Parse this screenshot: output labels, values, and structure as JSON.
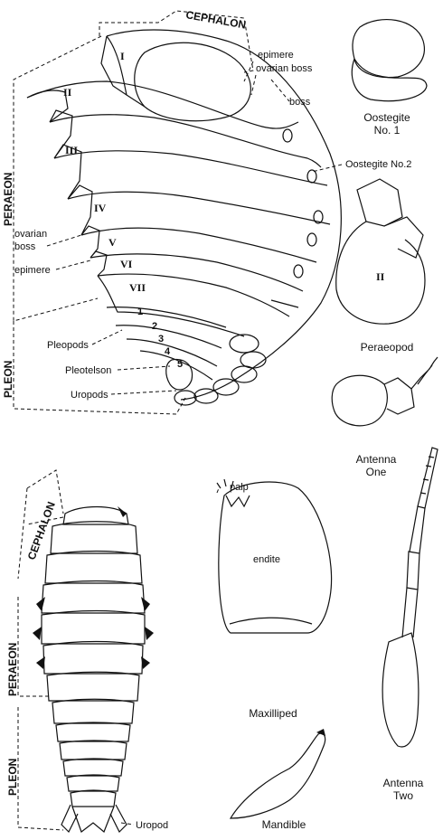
{
  "labels": {
    "cephalon": "CEPHALON",
    "peraeon": "PERAEON",
    "pleon": "PLEON",
    "epimere": "epimere",
    "ovarian_boss": "ovarian boss",
    "oostegite_no2": "Oostegite No.2",
    "ovarian_left": "ovarian",
    "boss_left": "boss",
    "epimere_left": "epimere",
    "pleopods": "Pleopods",
    "pleotelson": "Pleotelson",
    "uropods": "Uropods",
    "uropod": "Uropod",
    "palp": "palp",
    "endite": "endite"
  },
  "segment_numerals": [
    "I",
    "II",
    "III",
    "IV",
    "V",
    "VI",
    "VII"
  ],
  "pleon_numbers": [
    "1",
    "2",
    "3",
    "4",
    "5"
  ],
  "captions": {
    "oostegite_no1": [
      "Oostegite",
      "No. 1"
    ],
    "peraeopod": "Peraeopod",
    "peraeopod_numeral": "II",
    "antenna_one": [
      "Antenna",
      "One"
    ],
    "maxilliped": "Maxilliped",
    "antenna_two": [
      "Antenna",
      "Two"
    ],
    "mandible": "Mandible"
  }
}
